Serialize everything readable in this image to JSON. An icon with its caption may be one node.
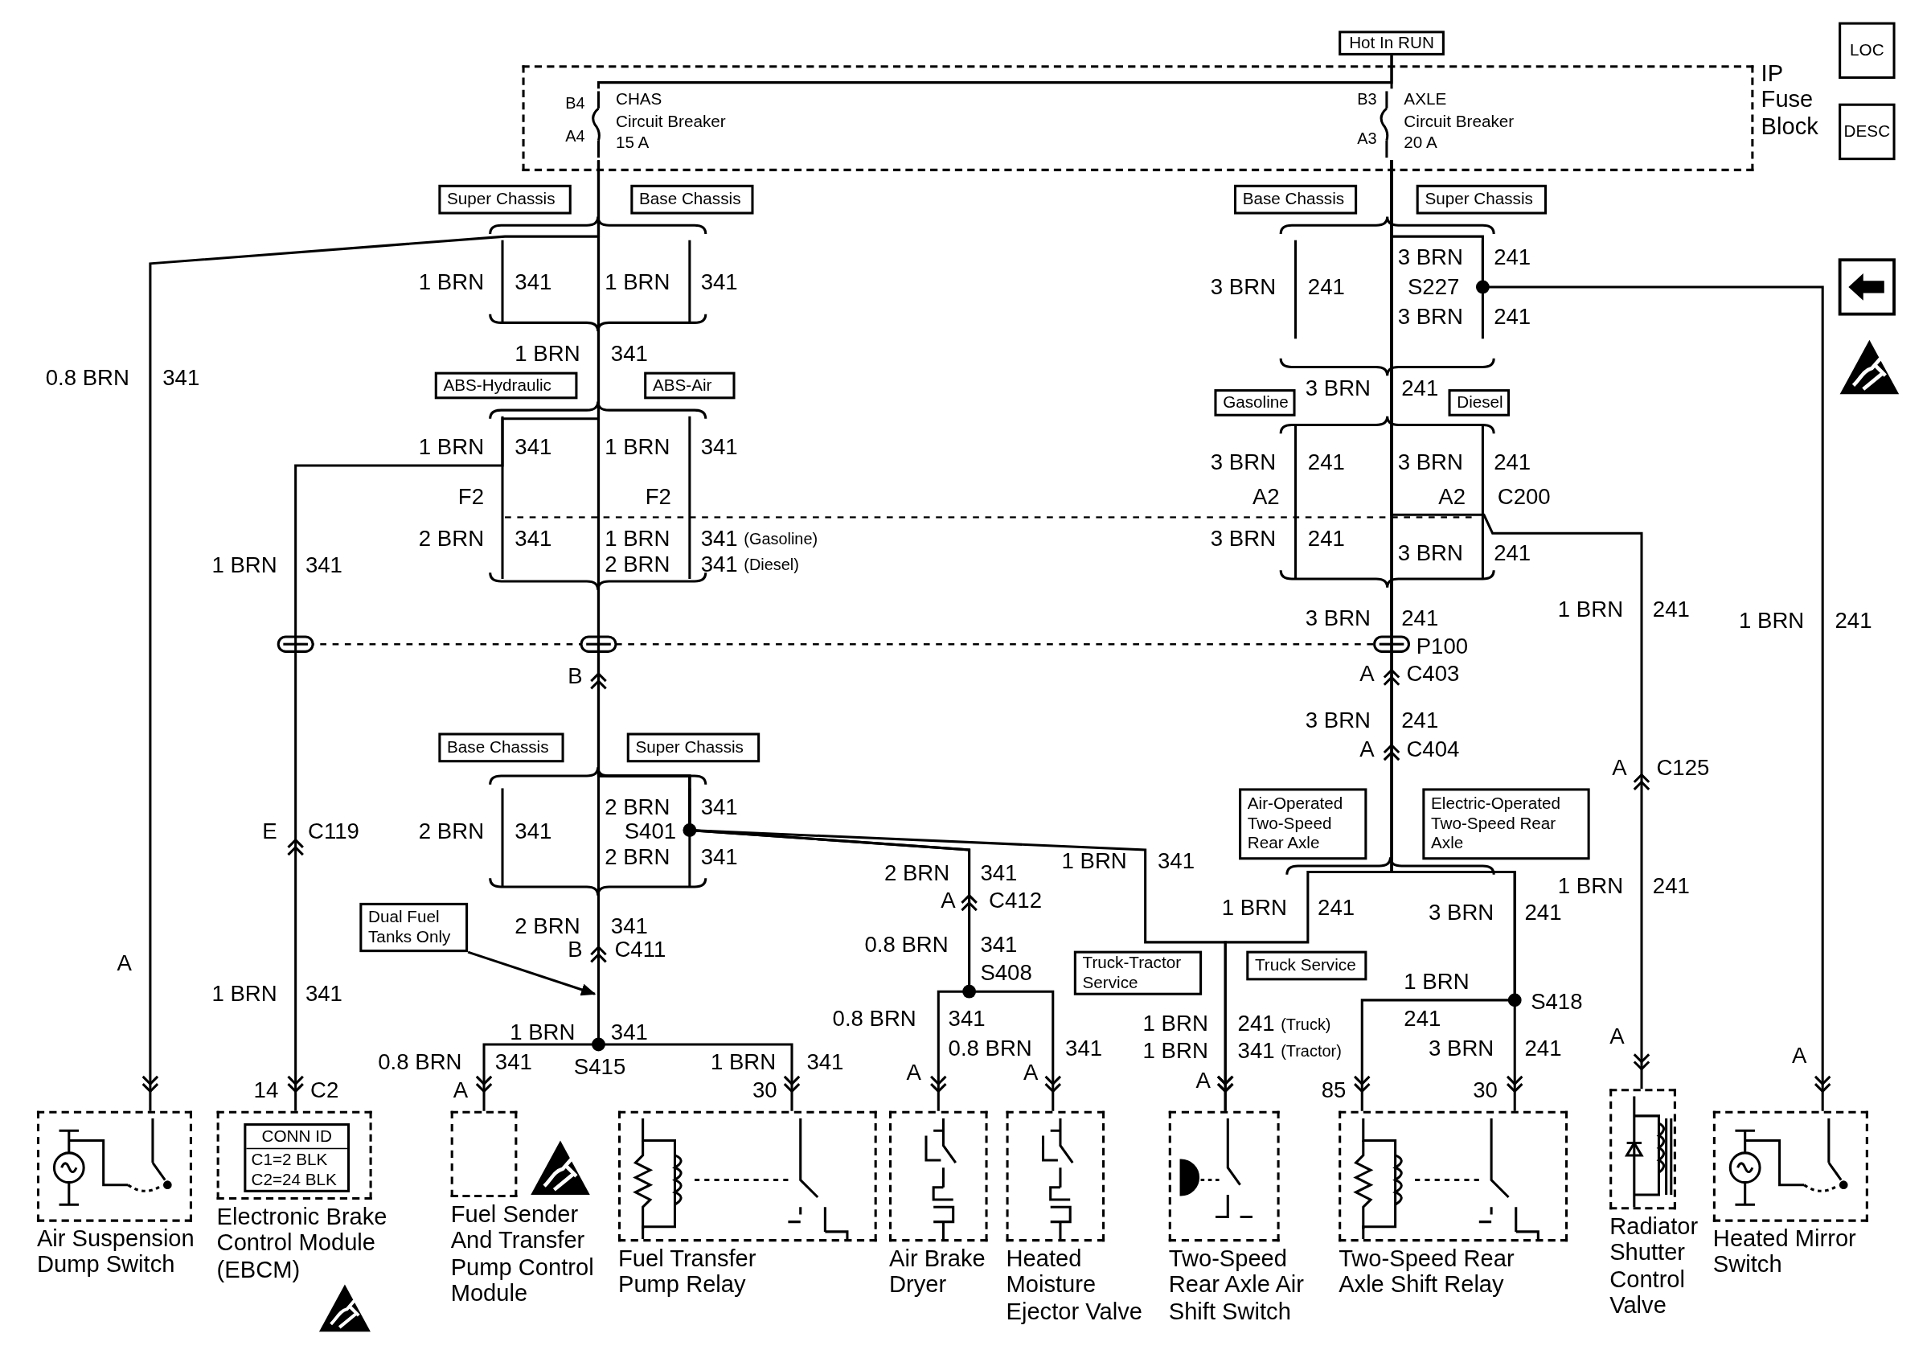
{
  "diagram": {
    "nodes": [
      {
        "text": [
          "Hot In RUN"
        ]
      },
      {
        "text": [
          "IP Fuse Block"
        ]
      },
      {
        "text": [
          "CHAS",
          "Circuit Breaker",
          "15 A"
        ],
        "in": 1
      },
      {
        "text": [
          "AXLE",
          "Circuit Breaker",
          "20 A"
        ],
        "in": 1
      },
      {
        "text": [
          "Super Chassis"
        ]
      },
      {
        "text": [
          "Base Chassis"
        ]
      },
      {
        "text": [
          "Base Chassis"
        ]
      },
      {
        "text": [
          "Super Chassis"
        ]
      },
      {
        "text": [
          "ABS-Hydraulic"
        ]
      },
      {
        "text": [
          "ABS-Air"
        ]
      },
      {
        "text": [
          "Gasoline"
        ]
      },
      {
        "text": [
          "Diesel"
        ]
      },
      {
        "text": [
          "Base Chassis"
        ]
      },
      {
        "text": [
          "Super Chassis"
        ]
      },
      {
        "text": [
          "Dual Fuel Tanks Only"
        ]
      },
      {
        "text": [
          "Air-Operated Two-Speed Rear Axle"
        ]
      },
      {
        "text": [
          "Electric-Operated Two-Speed Rear Axle"
        ]
      },
      {
        "text": [
          "Truck-Tractor Service"
        ]
      },
      {
        "text": [
          "Truck Service"
        ]
      },
      {
        "text": [
          "Air Suspension Dump Switch"
        ]
      },
      {
        "text": [
          "Electronic Brake Control Module (EBCM)"
        ]
      },
      {
        "text": [
          "CONN ID",
          "C1=2 BLK",
          "C2=24 BLK"
        ],
        "in": 20
      },
      {
        "text": [
          "Fuel Sender And Transfer Pump Control Module"
        ]
      },
      {
        "text": [
          "Fuel Transfer Pump Relay"
        ]
      },
      {
        "text": [
          "Air Brake Dryer"
        ]
      },
      {
        "text": [
          "Heated Moisture Ejector Valve"
        ]
      },
      {
        "text": [
          "Two-Speed Rear Axle Air Shift Switch"
        ]
      },
      {
        "text": [
          "Two-Speed Rear Axle Shift Relay"
        ]
      },
      {
        "text": [
          "Radiator Shutter Control Valve"
        ]
      },
      {
        "text": [
          "Heated Mirror Switch"
        ]
      },
      {
        "text": [
          "LOC"
        ]
      },
      {
        "text": [
          "DESC"
        ]
      }
    ],
    "edges": [
      {
        "from": 0,
        "to": 2,
        "arrow": "none"
      },
      {
        "from": 0,
        "to": 3,
        "arrow": "none"
      },
      {
        "from": 2,
        "to": 19,
        "arrow": "to"
      },
      {
        "from": 2,
        "to": 20,
        "arrow": "to"
      },
      {
        "from": 2,
        "to": 22,
        "arrow": "to"
      },
      {
        "from": 2,
        "to": 23,
        "arrow": "to"
      },
      {
        "from": 2,
        "to": 24,
        "arrow": "to"
      },
      {
        "from": 2,
        "to": 25,
        "arrow": "to"
      },
      {
        "from": 2,
        "to": 26,
        "arrow": "to"
      },
      {
        "from": 3,
        "to": 29,
        "arrow": "to"
      },
      {
        "from": 3,
        "to": 28,
        "arrow": "to"
      },
      {
        "from": 3,
        "to": 26,
        "arrow": "to"
      },
      {
        "from": 3,
        "to": 27,
        "arrow": "to"
      },
      {
        "from": 3,
        "to": 27,
        "arrow": "to"
      },
      {
        "from": 14,
        "to": null,
        "arrow": "to"
      }
    ],
    "labels": [
      "B4",
      "A4",
      "B3",
      "A3",
      "1 BRN",
      "341",
      "1 BRN",
      "341",
      "3 BRN",
      "241",
      "3 BRN",
      "241",
      "S227",
      "3 BRN",
      "241",
      "0.8 BRN",
      "341",
      "1 BRN",
      "341",
      "3 BRN",
      "241",
      "1 BRN",
      "341",
      "1 BRN",
      "341",
      "3 BRN",
      "241",
      "3 BRN",
      "241",
      "F2",
      "F2",
      "A2",
      "A2",
      "C200",
      "2 BRN",
      "341",
      "1 BRN",
      "341",
      "(Gasoline)",
      "3 BRN",
      "241",
      "3 BRN",
      "241",
      "1 BRN",
      "341",
      "2 BRN",
      "341",
      "(Diesel)",
      "3 BRN",
      "241",
      "1 BRN",
      "241",
      "1 BRN",
      "241",
      "P100",
      "B",
      "A",
      "C403",
      "3 BRN",
      "241",
      "A",
      "C404",
      "A",
      "C125",
      "2 BRN",
      "341",
      "E",
      "C119",
      "2 BRN",
      "341",
      "S401",
      "2 BRN",
      "341",
      "2 BRN",
      "341",
      "1 BRN",
      "341",
      "1 BRN",
      "241",
      "A",
      "C412",
      "1 BRN",
      "241",
      "3 BRN",
      "241",
      "2 BRN",
      "B",
      "341",
      "C411",
      "0.8 BRN",
      "341",
      "A",
      "S408",
      "1 BRN",
      "1 BRN",
      "341",
      "S418",
      "1 BRN",
      "341",
      "0.8 BRN",
      "341",
      "1 BRN",
      "241",
      "(Truck)",
      "241",
      "A",
      "0.8 BRN",
      "341",
      "S415",
      "1 BRN",
      "341",
      "0.8 BRN",
      "341",
      "1 BRN",
      "341",
      "(Tractor)",
      "3 BRN",
      "241",
      "A",
      "14",
      "C2",
      "A",
      "30",
      "A",
      "A",
      "A",
      "85",
      "30"
    ]
  }
}
